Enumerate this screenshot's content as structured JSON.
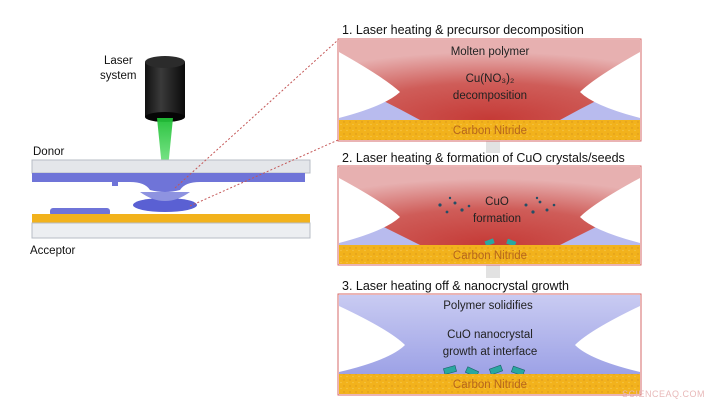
{
  "left": {
    "laser_label_line1": "Laser",
    "laser_label_line2": "system",
    "donor_label": "Donor",
    "acceptor_label": "Acceptor"
  },
  "panels": [
    {
      "title": "1. Laser heating & precursor decomposition",
      "text_top": "Molten polymer",
      "text_mid1": "Cu(NO₃)₂",
      "text_mid2": "decomposition",
      "substrate": "Carbon Nitride"
    },
    {
      "title": "2. Laser heating & formation of CuO crystals/seeds",
      "text_mid1": "CuO",
      "text_mid2": "formation",
      "substrate": "Carbon Nitride"
    },
    {
      "title": "3. Laser heating off & nanocrystal growth",
      "text_top": "Polymer solidifies",
      "text_mid1": "CuO nanocrystal",
      "text_mid2": "growth at interface",
      "substrate": "Carbon Nitride"
    }
  ],
  "watermark": "SCIENCEAQ.COM",
  "colors": {
    "molten": "#c8423f",
    "solid_polymer": "#8e93e0",
    "substrate": "#f2b21c",
    "laser_beam": "#2ecc40",
    "panel_border": "#d66a6a",
    "crystal": "#2aa7a0"
  }
}
